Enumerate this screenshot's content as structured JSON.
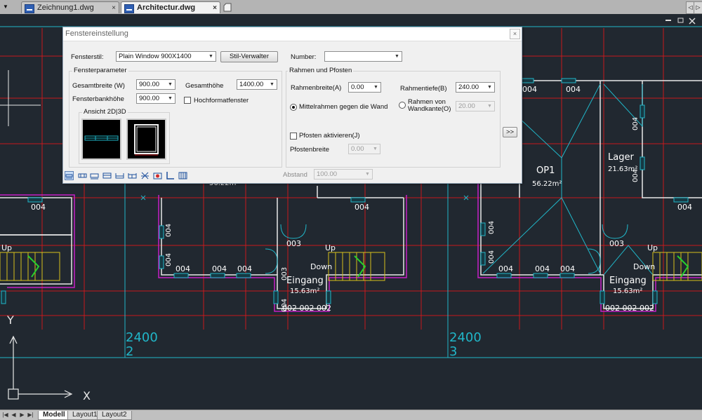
{
  "tabs": [
    {
      "label": "Zeichnung1.dwg",
      "active": false
    },
    {
      "label": "Architectur.dwg",
      "active": true
    }
  ],
  "close_glyph": "×",
  "dialog": {
    "title": "Fenstereinstellung",
    "close": "×",
    "fensterstil_label": "Fensterstil:",
    "fensterstil_value": "Plain Window 900X1400",
    "stil_button": "Stil-Verwalter",
    "number_label": "Number:",
    "number_value": "",
    "fensterparameter": {
      "title": "Fensterparameter",
      "gesamtbreite_label": "Gesamtbreite (W)",
      "gesamtbreite_value": "900.00",
      "gesamthoehe_label": "Gesamthöhe",
      "gesamthoehe_value": "1400.00",
      "fensterbank_label": "Fensterbankhöhe",
      "fensterbank_value": "900.00",
      "hochformat_label": "Hochformatfenster",
      "ansicht_title": "Ansicht 2D|3D"
    },
    "rahmen": {
      "title": "Rahmen und Pfosten",
      "rahmenbreite_label": "Rahmenbreite(A)",
      "rahmenbreite_value": "0.00",
      "rahmentiefe_label": "Rahmentiefe(B)",
      "rahmentiefe_value": "240.00",
      "mittelrahmen_label": "Mittelrahmen gegen die Wand",
      "rahmen_von_label_1": "Rahmen von",
      "rahmen_von_label_2": "Wandkante(O)",
      "rahmen_von_value": "20.00",
      "expand_button": ">>",
      "pfosten_label": "Pfosten aktivieren(J)",
      "pfostenbreite_label": "Pfostenbreite",
      "pfostenbreite_value": "0.00",
      "abstand_label": "Abstand",
      "abstand_value": "100.00"
    },
    "toolbar_icons": [
      "window-std-icon",
      "window-frame-1-icon",
      "window-frame-2-icon",
      "window-frame-3-icon",
      "window-frame-4-icon",
      "window-frame-5-icon",
      "window-arrows-icon",
      "window-red-icon",
      "window-corner-icon",
      "window-grid-icon"
    ]
  },
  "drawing": {
    "room_op1_name": "OP1",
    "room_op1_area": "56.22m²",
    "room_lager_name": "Lager",
    "room_lager_area": "21.63m²",
    "room_eingang_name": "Eingang",
    "room_eingang_area": "15.63m²",
    "partial_area_text": "56.22m²",
    "up_label": "Up",
    "down_label": "Down",
    "tag_004": "004",
    "tag_003": "003",
    "tag_002": "002",
    "tag_002_triple": "002 002 002",
    "axis_label_1": "2400",
    "axis_label_1b": "2",
    "axis_label_2": "2400",
    "axis_label_2b": "3",
    "ucs_y": "Y",
    "ucs_x": "X"
  },
  "layouts": [
    {
      "label": "Modell",
      "active": true
    },
    {
      "label": "Layout1",
      "active": false
    },
    {
      "label": "Layout2",
      "active": false
    }
  ],
  "colors": {
    "canvas_bg": "#212830",
    "grid_red": "#c8191d",
    "wall_white": "#e8e8e8",
    "cyan": "#21b6c8",
    "magenta": "#c51fc5",
    "stair_yellow": "#d6c11c"
  }
}
